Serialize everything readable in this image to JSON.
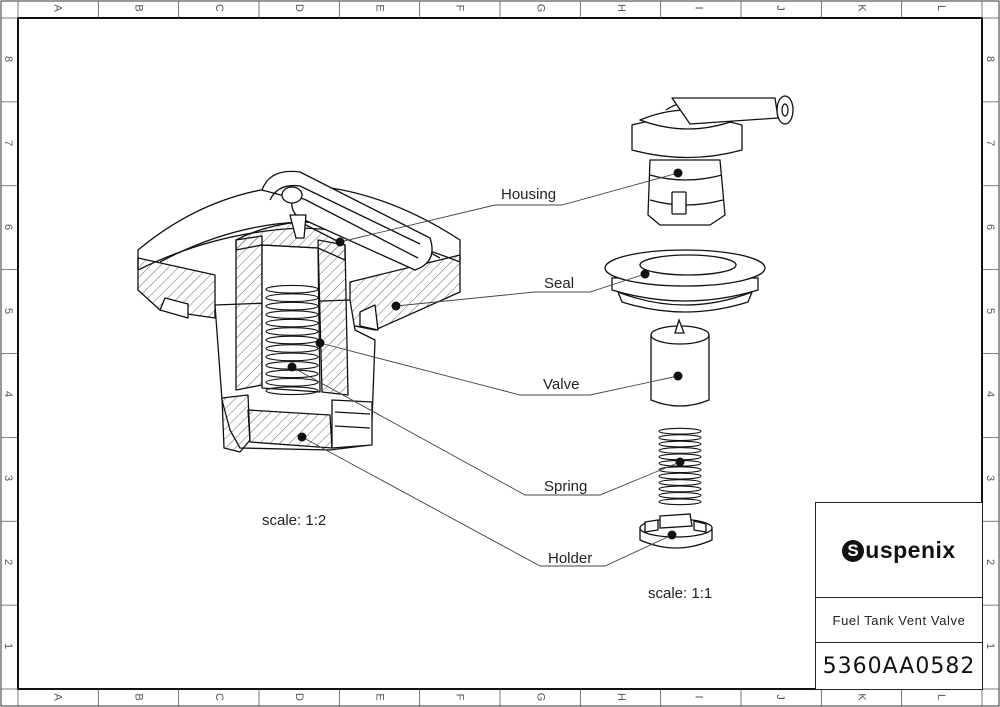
{
  "zones": {
    "columns": [
      "A",
      "B",
      "C",
      "D",
      "E",
      "F",
      "G",
      "H",
      "I",
      "J",
      "K",
      "L"
    ],
    "rows": [
      "8",
      "7",
      "6",
      "5",
      "4",
      "3",
      "2",
      "1"
    ]
  },
  "callouts": {
    "housing": "Housing",
    "seal": "Seal",
    "valve": "Valve",
    "spring": "Spring",
    "holder": "Holder"
  },
  "scales": {
    "section": "scale: 1:2",
    "exploded": "scale:  1:1"
  },
  "title_block": {
    "brand_initial": "S",
    "brand_rest": "uspenix",
    "title": "Fuel Tank Vent Valve",
    "part_number": "5360AA0582"
  }
}
